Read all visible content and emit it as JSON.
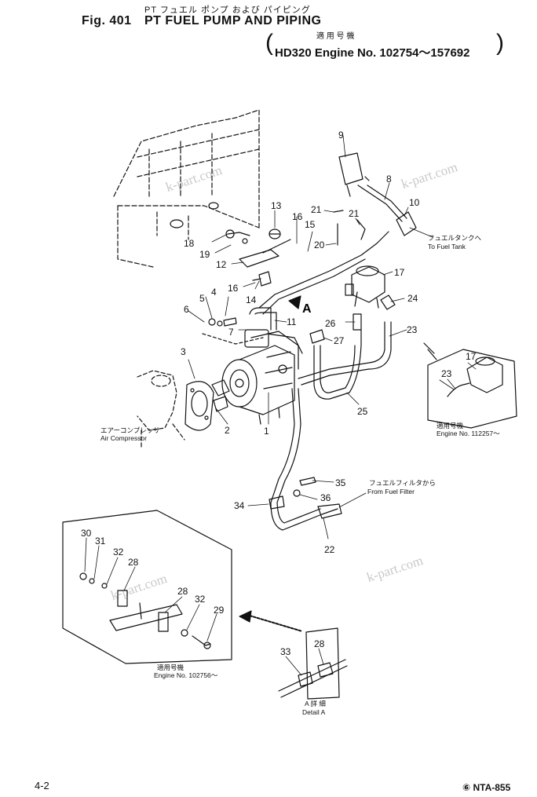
{
  "header": {
    "jp_title": "PT フュエル ポンプ および パイピング",
    "fig_label": "Fig. 401",
    "title": "PT FUEL PUMP AND PIPING",
    "serial_jp": "適 用 号 機",
    "serial": "HD320 Engine No. 102754～157692"
  },
  "callouts": {
    "to_fuel_tank_jp": "フュエルタンクへ",
    "to_fuel_tank": "To Fuel Tank",
    "air_compressor_jp": "エアーコンプレッサ",
    "air_compressor": "Air Compressor",
    "from_fuel_filter_jp": "フュエルフィルタから",
    "from_fuel_filter": "From Fuel Filter",
    "inset_right_jp": "適用号機",
    "inset_right_engine": "Engine No. 112257～",
    "inset_left_jp": "適用号機",
    "inset_left_engine": "Engine No. 102756～",
    "detail_jp": "A 詳 細",
    "detail": "Detail A",
    "arrow_a": "A"
  },
  "part_numbers": [
    "1",
    "2",
    "3",
    "4",
    "5",
    "6",
    "7",
    "8",
    "9",
    "10",
    "11",
    "12",
    "13",
    "14",
    "15",
    "16",
    "16",
    "17",
    "17",
    "18",
    "19",
    "20",
    "21",
    "21",
    "22",
    "23",
    "23",
    "24",
    "25",
    "26",
    "27",
    "28",
    "28",
    "28",
    "29",
    "30",
    "31",
    "32",
    "32",
    "33",
    "34",
    "35",
    "36"
  ],
  "watermarks": [
    "k-part.com",
    "k-part.com",
    "k-part.com",
    "k-part.com"
  ],
  "footer": {
    "page": "4-2",
    "code": "⑥ NTA-855"
  }
}
